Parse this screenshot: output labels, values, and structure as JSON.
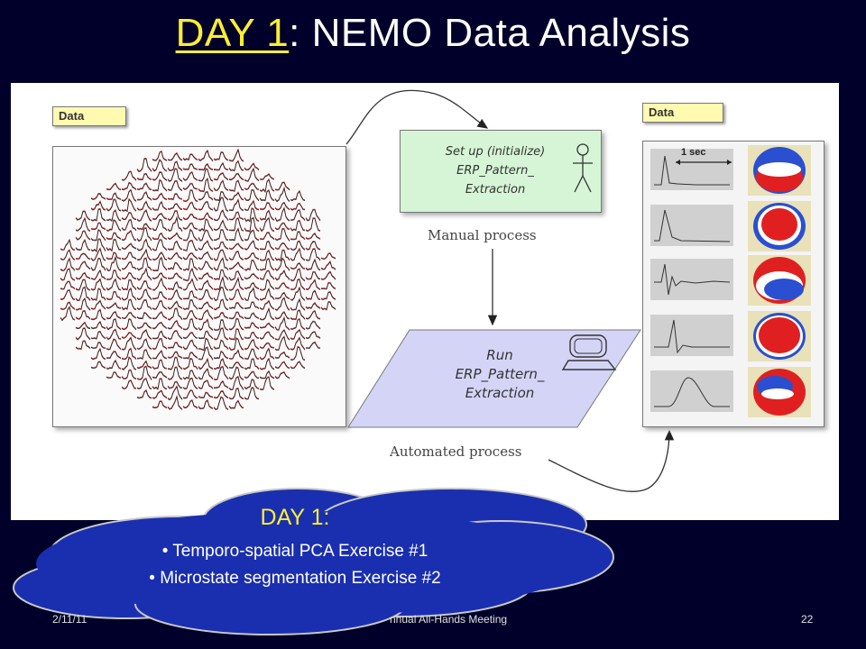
{
  "slide": {
    "title_highlight": "DAY 1",
    "title_rest": ": NEMO Data Analysis"
  },
  "diagram": {
    "data_tag_left": "Data",
    "data_tag_right": "Data",
    "setup_box": [
      "Set up (initialize)",
      "ERP_Pattern_",
      "Extraction"
    ],
    "manual_label": "Manual process",
    "run_box": [
      "Run",
      "ERP_Pattern_",
      "Extraction"
    ],
    "automated_label": "Automated process",
    "time_scale_label": "1 sec"
  },
  "callout": {
    "heading": "DAY 1:",
    "bullets": [
      "Temporo-spatial PCA Exercise #1",
      "Microstate segmentation Exercise #2"
    ]
  },
  "footer": {
    "date": "2/11/11",
    "meeting": "nnual All-Hands Meeting",
    "page": "22"
  },
  "colors": {
    "background": "#00002a",
    "title_highlight": "#ffee33",
    "cloud_fill": "#1a2fb0",
    "setup_box": "#d6f5d6",
    "run_box": "#d4d4f7",
    "data_tag": "#fffab0"
  }
}
